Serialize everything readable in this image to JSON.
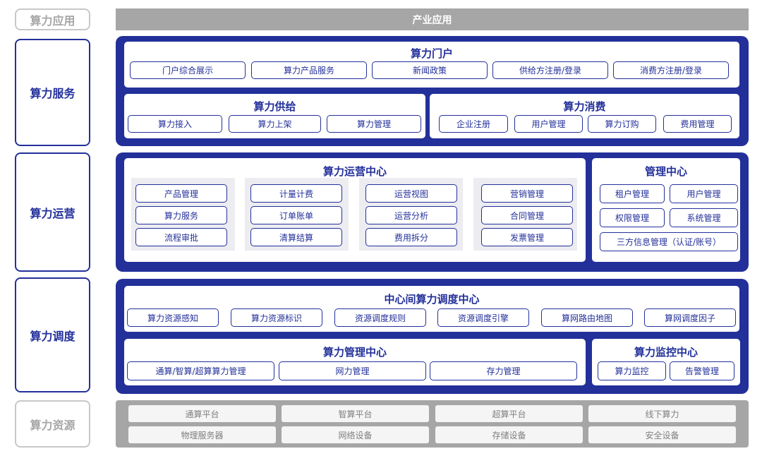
{
  "categories": {
    "application": "算力应用",
    "service": "算力服务",
    "operation": "算力运营",
    "dispatch": "算力调度",
    "resource": "算力资源"
  },
  "industry_app": "产业应用",
  "portal": {
    "title": "算力门户",
    "items": [
      "门户综合展示",
      "算力产品服务",
      "新闻政策",
      "供给方注册/登录",
      "消费方注册/登录"
    ]
  },
  "supply": {
    "title": "算力供给",
    "items": [
      "算力接入",
      "算力上架",
      "算力管理"
    ]
  },
  "consume": {
    "title": "算力消费",
    "items": [
      "企业注册",
      "用户管理",
      "算力订购",
      "费用管理"
    ]
  },
  "ops_center": {
    "title": "算力运营中心",
    "columns": [
      [
        "产品管理",
        "算力服务",
        "流程审批"
      ],
      [
        "计量计费",
        "订单账单",
        "清算结算"
      ],
      [
        "运营视图",
        "运营分析",
        "费用拆分"
      ],
      [
        "营销管理",
        "合同管理",
        "发票管理"
      ]
    ]
  },
  "mgmt_center": {
    "title": "管理中心",
    "items": [
      "租户管理",
      "用户管理",
      "权限管理",
      "系统管理",
      "三方信息管理（认证/账号）"
    ]
  },
  "dispatch_center": {
    "title": "中心间算力调度中心",
    "items": [
      "算力资源感知",
      "算力资源标识",
      "资源调度规则",
      "资源调度引擎",
      "算网路由地图",
      "算网调度因子"
    ]
  },
  "compute_mgmt": {
    "title": "算力管理中心",
    "items": [
      "通算/智算/超算算力管理",
      "网力管理",
      "存力管理"
    ]
  },
  "monitor": {
    "title": "算力监控中心",
    "items": [
      "算力监控",
      "告警管理"
    ]
  },
  "resources": {
    "row1": [
      "通算平台",
      "智算平台",
      "超算平台",
      "线下算力"
    ],
    "row2": [
      "物理服务器",
      "网络设备",
      "存储设备",
      "安全设备"
    ]
  }
}
